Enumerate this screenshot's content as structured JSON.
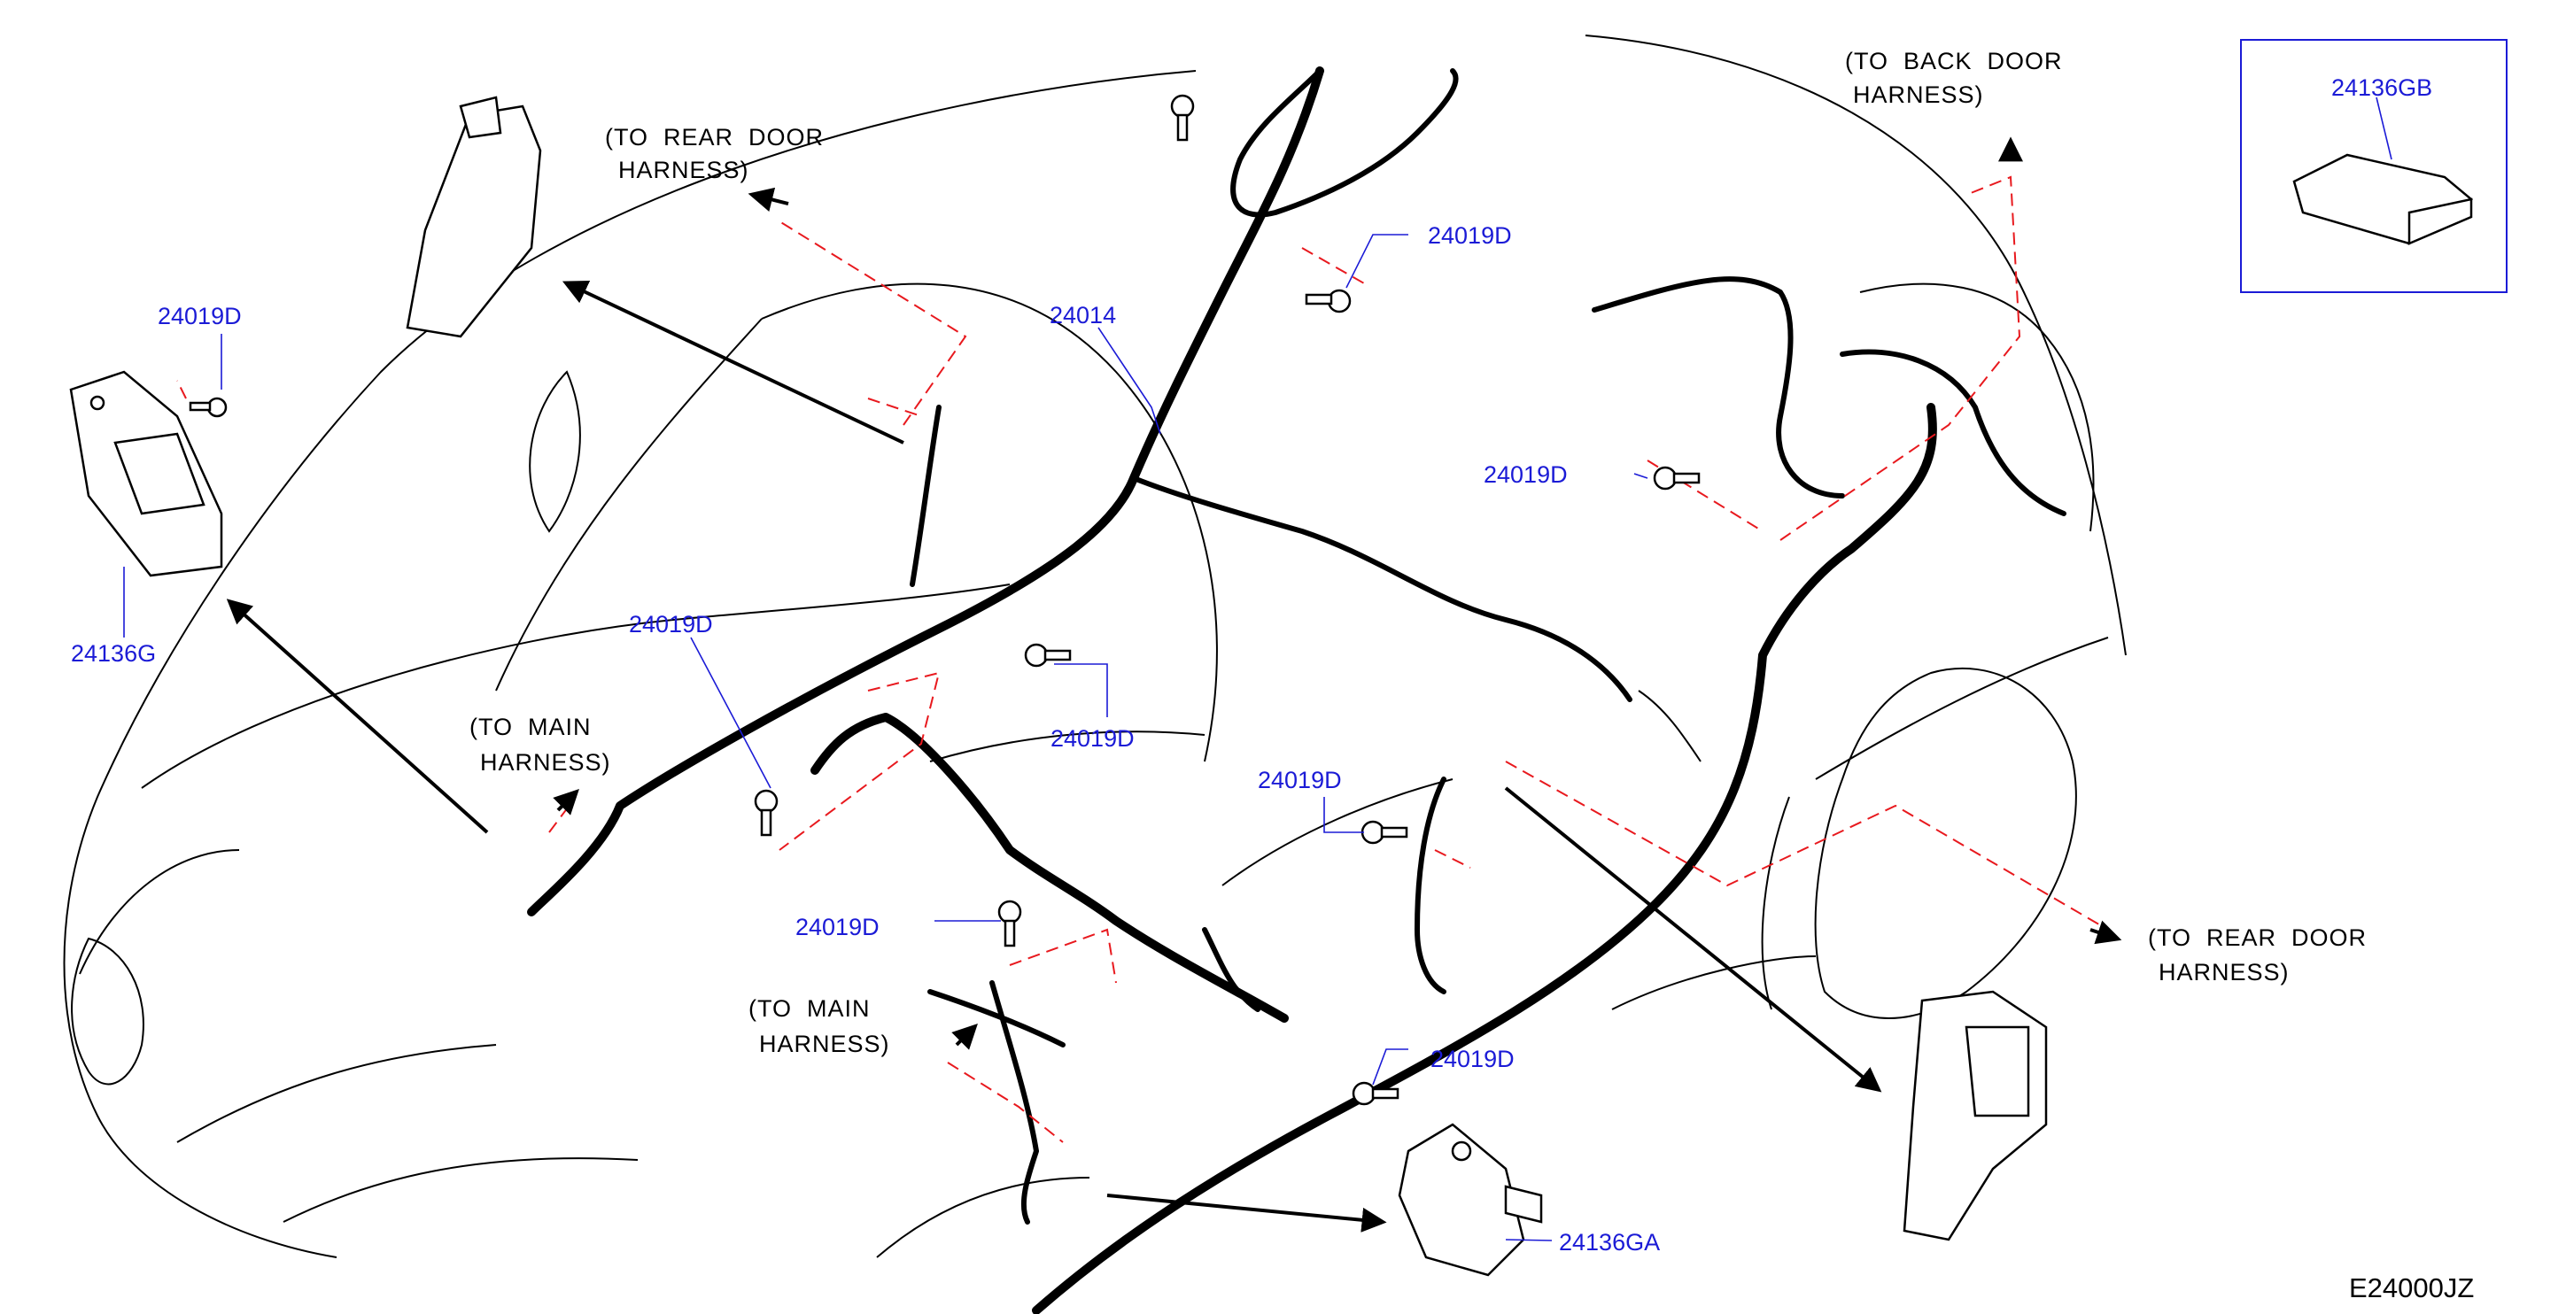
{
  "diagram_code": "E24000JZ",
  "part_labels": {
    "harness_main": "24014",
    "bolt": "24019D",
    "bracket_left": "24136G",
    "bracket_lower": "24136GA",
    "bracket_inset": "24136GB"
  },
  "notes": {
    "to_rear_door_top": [
      "(TO  REAR  DOOR",
      "HARNESS)"
    ],
    "to_back_door": [
      "(TO  BACK  DOOR",
      "HARNESS)"
    ],
    "to_main_upper": [
      "(TO  MAIN",
      "HARNESS)"
    ],
    "to_main_lower": [
      "(TO  MAIN",
      "HARNESS)"
    ],
    "to_rear_door_right": [
      "(TO  REAR  DOOR",
      "HARNESS)"
    ]
  },
  "colors": {
    "label": "#1b1bd6",
    "ref_line": "#e8191e",
    "outline": "#000000"
  }
}
